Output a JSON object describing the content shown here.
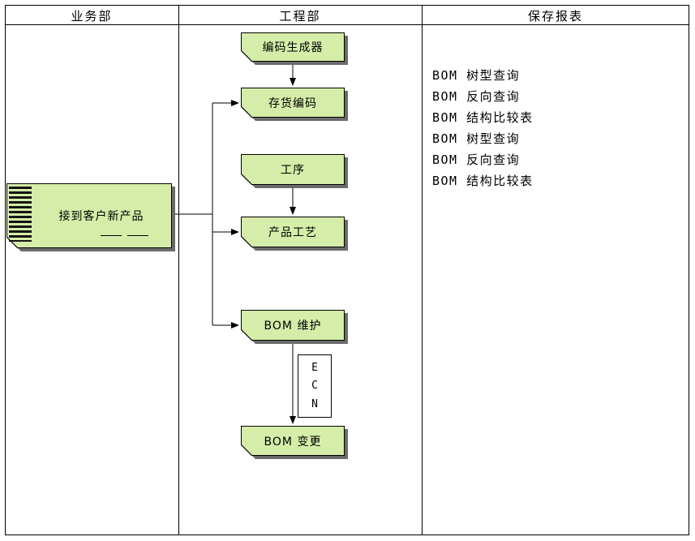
{
  "header": {
    "business_dept": "业务部",
    "engineering_dept": "工程部",
    "saved_reports": "保存报表"
  },
  "nodes": {
    "receive_product": "接到客户新产品",
    "code_generator": "编码生成器",
    "inventory_code": "存货编码",
    "operation": "工序",
    "product_process": "产品工艺",
    "bom_maintenance": "BOM 维护",
    "bom_change": "BOM 变更",
    "ecn": {
      "e": "E",
      "c": "C",
      "n": "N"
    }
  },
  "reports": [
    "BOM 树型查询",
    "BOM 反向查询",
    "BOM 结构比较表",
    "BOM 树型查询",
    "BOM 反向查询",
    "BOM 结构比较表"
  ],
  "colors": {
    "node_fill": "#d5eda8",
    "node_border": "#000000",
    "shadow": "#6b6b6b",
    "line": "#000000",
    "background": "#ffffff"
  }
}
